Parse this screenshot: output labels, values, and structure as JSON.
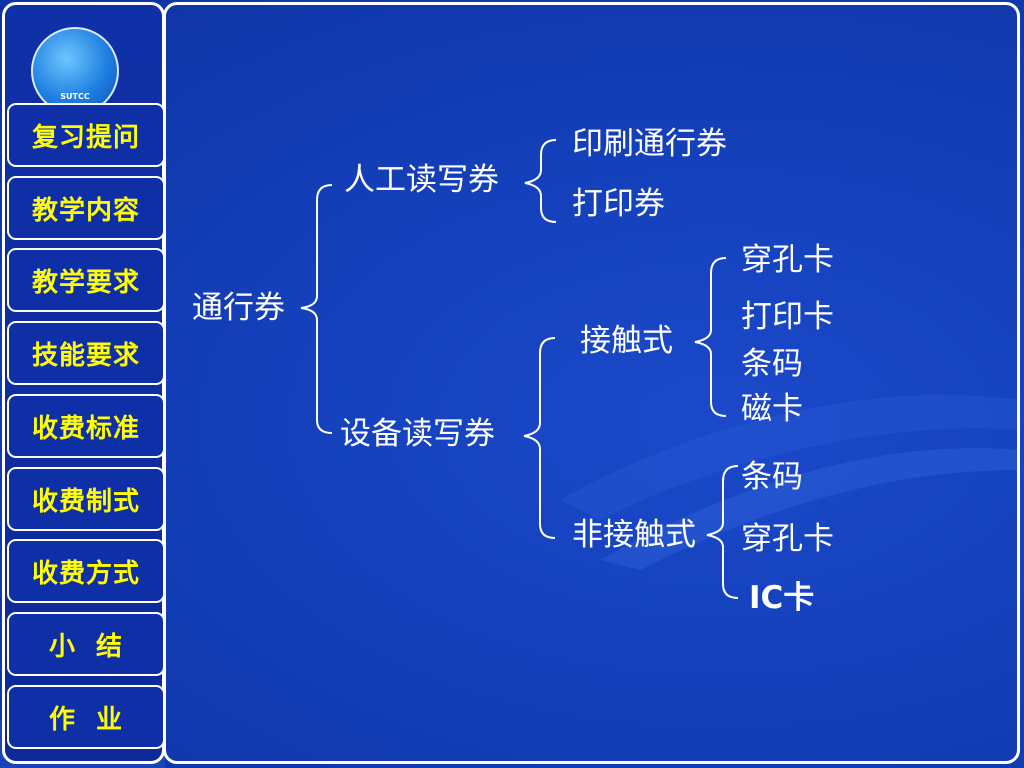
{
  "logo": {
    "text": "SUTCC"
  },
  "nav": [
    {
      "label": "复习提问"
    },
    {
      "label": "教学内容"
    },
    {
      "label": "教学要求"
    },
    {
      "label": "技能要求"
    },
    {
      "label": "收费标准"
    },
    {
      "label": "收费制式"
    },
    {
      "label": "收费方式"
    },
    {
      "label": "小  结"
    },
    {
      "label": "作  业"
    }
  ],
  "tree": {
    "root": "通行券",
    "manual": {
      "label": "人工读写券",
      "children": [
        "印刷通行券",
        "打印券"
      ]
    },
    "device": {
      "label": "设备读写券",
      "contact": {
        "label": "接触式",
        "children": [
          "穿孔卡",
          "打印卡",
          "条码",
          "磁卡"
        ]
      },
      "contactless": {
        "label": "非接触式",
        "children": [
          "条码",
          "穿孔卡",
          "IC卡"
        ]
      }
    }
  },
  "colors": {
    "background": "#1440bb",
    "nav_text": "#ffff00",
    "border": "#ffffff",
    "node_text": "#ffffff"
  }
}
